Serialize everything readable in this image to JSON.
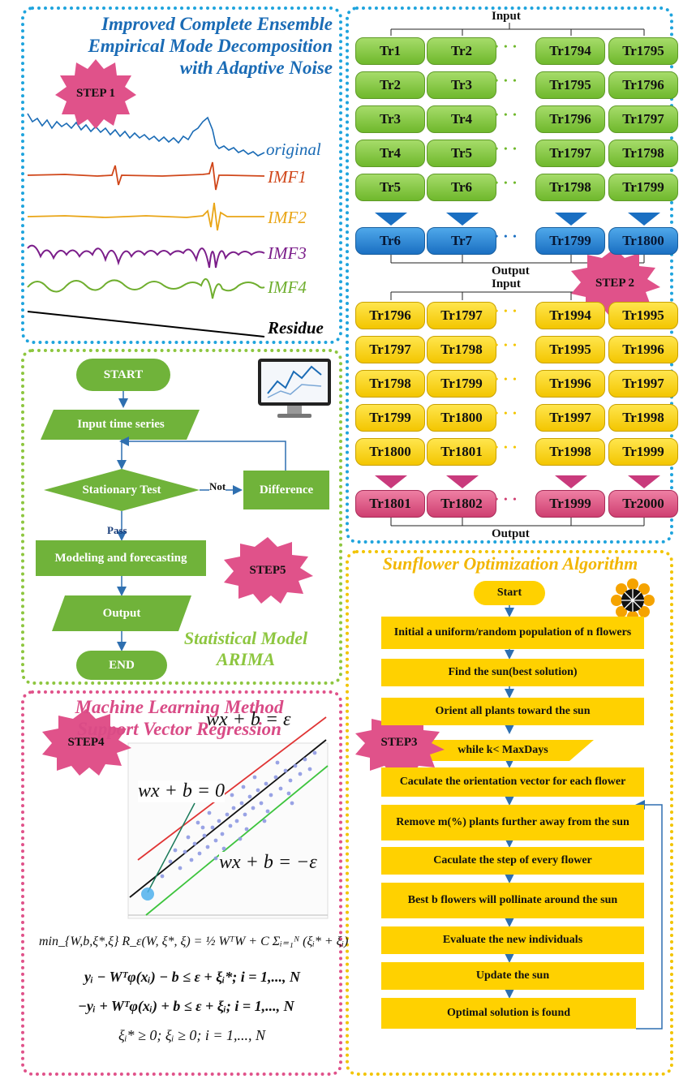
{
  "panel1": {
    "title_line1": "Improved Complete Ensemble",
    "title_line2": "Empirical Mode Decomposition",
    "title_line3": "with Adaptive Noise",
    "step": "STEP 1",
    "signals": [
      "original",
      "IMF1",
      "IMF2",
      "IMF3",
      "IMF4",
      "Residue"
    ],
    "colors": {
      "original": "#1a6bb5",
      "imf1": "#d0471a",
      "imf2": "#e9a516",
      "imf3": "#7b1e8a",
      "imf4": "#6fae2e",
      "residue": "#000000"
    }
  },
  "panel2": {
    "start": "START",
    "input": "Input time series",
    "test": "Stationary Test",
    "not_label": "Not",
    "difference": "Difference",
    "pass_label": "Pass",
    "modeling": "Modeling and forecasting",
    "output": "Output",
    "end": "END",
    "step": "STEP5",
    "title_line1": "Statistical Model",
    "title_line2": "ARIMA"
  },
  "panel3": {
    "title_line1": "Machine Learning Method",
    "title_line2": "Support Vector Regression",
    "step": "STEP4",
    "eq_top": "wx + b = ε",
    "eq_mid": "wx + b = 0",
    "eq_bot": "wx + b = −ε",
    "formula1": "min_{W,b,ξ*,ξ} R_ε(W, ξ*, ξ) = ½ WᵀW + C Σᵢ₌₁ᴺ (ξᵢ* + ξᵢ)",
    "formula2": "yᵢ − Wᵀφ(xᵢ) − b ≤ ε + ξᵢ*; i = 1,..., N",
    "formula3": "−yᵢ + Wᵀφ(xᵢ) + b ≤ ε + ξᵢ; i = 1,..., N",
    "formula4": "ξᵢ* ≥ 0; ξᵢ ≥ 0; i = 1,..., N"
  },
  "panel4": {
    "input_label": "Input",
    "output_label": "Output",
    "input_label2": "Input",
    "output_label2": "Output",
    "step": "STEP 2",
    "green_rows": [
      [
        "Tr1",
        "Tr2",
        "Tr1794",
        "Tr1795"
      ],
      [
        "Tr2",
        "Tr3",
        "Tr1795",
        "Tr1796"
      ],
      [
        "Tr3",
        "Tr4",
        "Tr1796",
        "Tr1797"
      ],
      [
        "Tr4",
        "Tr5",
        "Tr1797",
        "Tr1798"
      ],
      [
        "Tr5",
        "Tr6",
        "Tr1798",
        "Tr1799"
      ]
    ],
    "blue_row": [
      "Tr6",
      "Tr7",
      "Tr1799",
      "Tr1800"
    ],
    "yellow_rows": [
      [
        "Tr1796",
        "Tr1797",
        "Tr1994",
        "Tr1995"
      ],
      [
        "Tr1797",
        "Tr1798",
        "Tr1995",
        "Tr1996"
      ],
      [
        "Tr1798",
        "Tr1799",
        "Tr1996",
        "Tr1997"
      ],
      [
        "Tr1799",
        "Tr1800",
        "Tr1997",
        "Tr1998"
      ],
      [
        "Tr1800",
        "Tr1801",
        "Tr1998",
        "Tr1999"
      ]
    ],
    "pink_row": [
      "Tr1801",
      "Tr1802",
      "Tr1999",
      "Tr2000"
    ]
  },
  "panel5": {
    "title": "Sunflower Optimization Algorithm",
    "start": "Start",
    "box1": "Initial a uniform/random population of n flowers",
    "box2": "Find the sun(best solution)",
    "box3": "Orient all plants toward the sun",
    "while": "while k< MaxDays",
    "step": "STEP3",
    "box4": "Caculate the orientation vector for each flower",
    "box5": "Remove m(%) plants further away from the sun",
    "box6": "Caculate the step of every flower",
    "box7": "Best b flowers will pollinate around the sun",
    "box8": "Evaluate the new individuals",
    "box9": "Update the sun",
    "box10": "Optimal solution is found"
  }
}
